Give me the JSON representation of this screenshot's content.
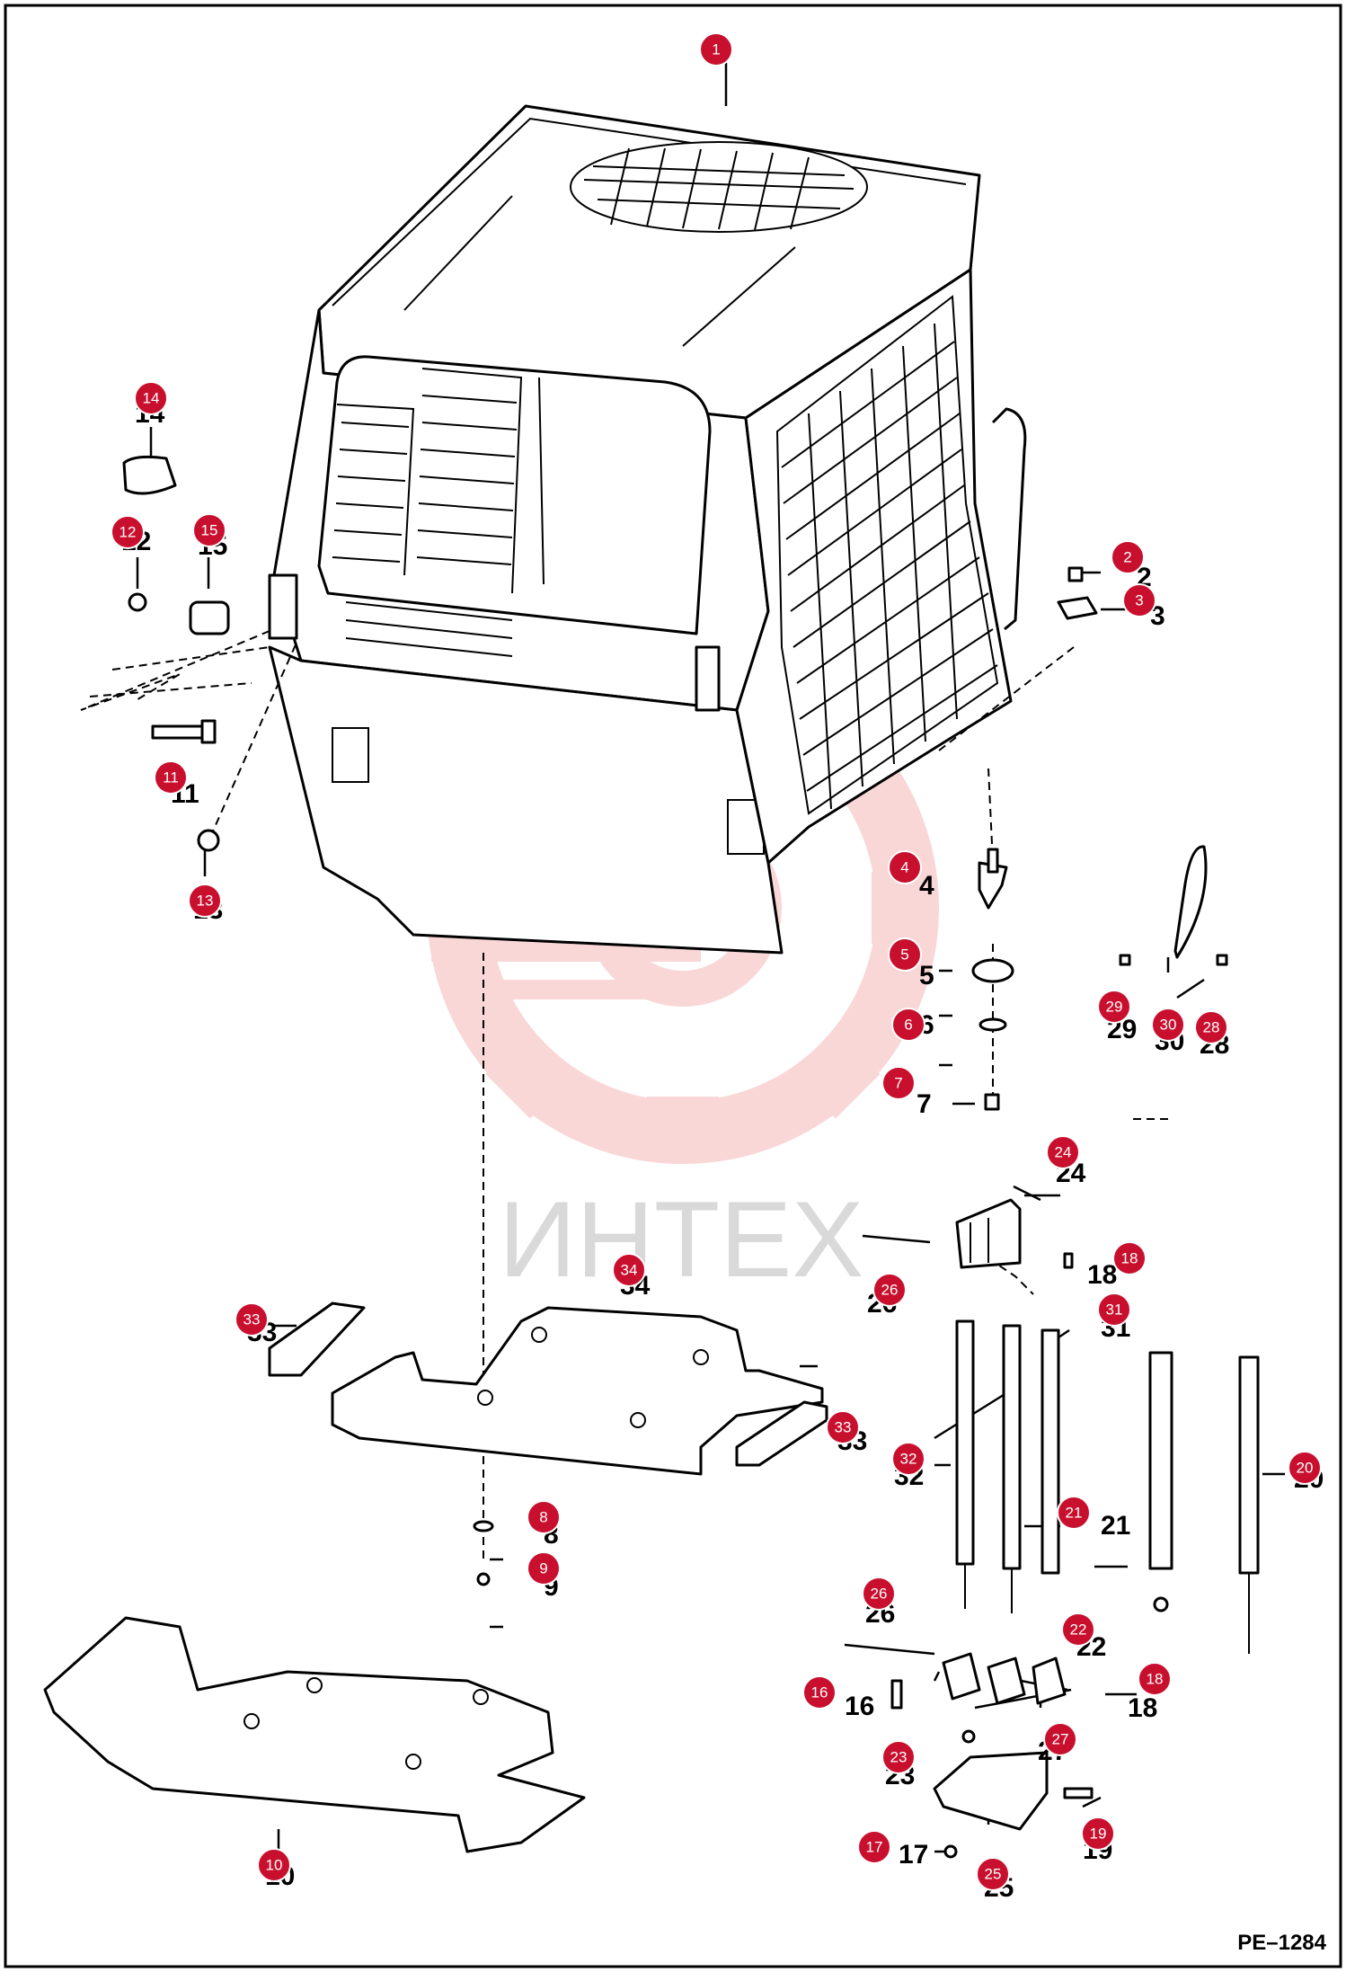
{
  "figure_code": "PE–1284",
  "watermark": {
    "text": "ИНТЕХ",
    "gear_color": "#f5b8b8"
  },
  "colors": {
    "callout": "#c8102e",
    "line": "#000000",
    "background": "#ffffff"
  },
  "callouts": [
    {
      "id": "c1",
      "num": "1"
    },
    {
      "id": "c2",
      "num": "2"
    },
    {
      "id": "c3",
      "num": "3"
    },
    {
      "id": "c4",
      "num": "4"
    },
    {
      "id": "c5",
      "num": "5"
    },
    {
      "id": "c6",
      "num": "6"
    },
    {
      "id": "c7",
      "num": "7"
    },
    {
      "id": "c8",
      "num": "8"
    },
    {
      "id": "c9",
      "num": "9"
    },
    {
      "id": "c10",
      "num": "10"
    },
    {
      "id": "c11",
      "num": "11"
    },
    {
      "id": "c12",
      "num": "12"
    },
    {
      "id": "c13",
      "num": "13"
    },
    {
      "id": "c14",
      "num": "14"
    },
    {
      "id": "c15",
      "num": "15"
    },
    {
      "id": "c16",
      "num": "16"
    },
    {
      "id": "c17",
      "num": "17"
    },
    {
      "id": "c18a",
      "num": "18"
    },
    {
      "id": "c18b",
      "num": "18"
    },
    {
      "id": "c19",
      "num": "19"
    },
    {
      "id": "c20",
      "num": "20"
    },
    {
      "id": "c21",
      "num": "21"
    },
    {
      "id": "c22",
      "num": "22"
    },
    {
      "id": "c23",
      "num": "23"
    },
    {
      "id": "c24",
      "num": "24"
    },
    {
      "id": "c25",
      "num": "25"
    },
    {
      "id": "c26a",
      "num": "26"
    },
    {
      "id": "c26b",
      "num": "26"
    },
    {
      "id": "c27",
      "num": "27"
    },
    {
      "id": "c28",
      "num": "28"
    },
    {
      "id": "c29",
      "num": "29"
    },
    {
      "id": "c30",
      "num": "30"
    },
    {
      "id": "c31",
      "num": "31"
    },
    {
      "id": "c32",
      "num": "32"
    },
    {
      "id": "c33a",
      "num": "33"
    },
    {
      "id": "c33b",
      "num": "33"
    },
    {
      "id": "c34",
      "num": "34"
    }
  ]
}
